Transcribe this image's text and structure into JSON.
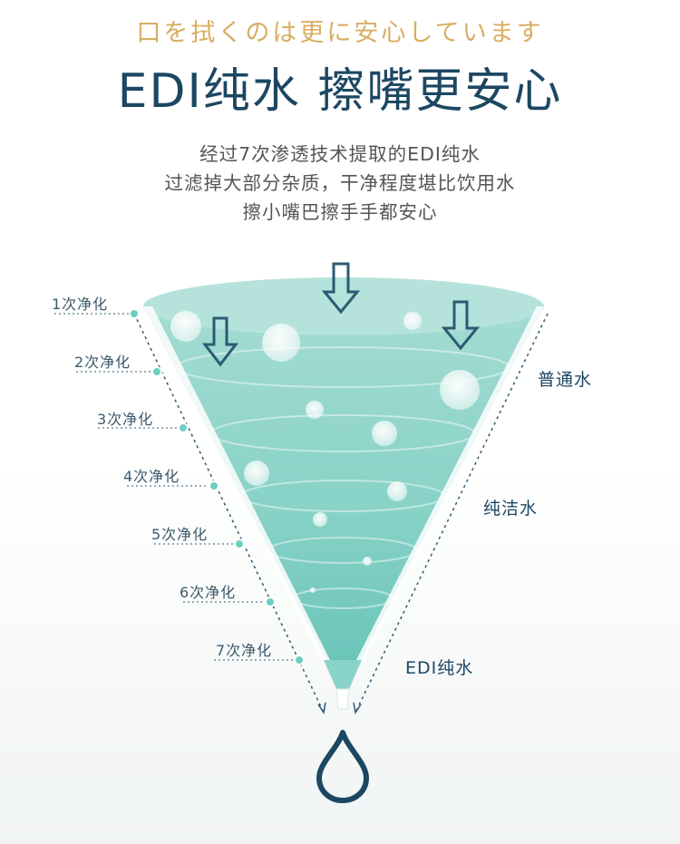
{
  "header": {
    "subtitle": "口を拭くのは更に安心しています",
    "title": "EDI纯水 擦嘴更安心"
  },
  "description": [
    "经过7次渗透技术提取的EDI纯水",
    "过滤掉大部分杂质，干净程度堪比饮用水",
    "擦小嘴巴擦手手都安心"
  ],
  "stages": [
    "1次净化",
    "2次净化",
    "3次净化",
    "4次净化",
    "5次净化",
    "6次净化",
    "7次净化"
  ],
  "side_labels": [
    "普通水",
    "纯洁水",
    "EDI纯水"
  ],
  "colors": {
    "subtitle": "#d9ad62",
    "title": "#1c4762",
    "water": "#7fcfc4",
    "dot": "#6ccfc3",
    "arrow": "#2d5a73"
  },
  "icons": [
    "down-arrow-icon",
    "water-drop-icon"
  ]
}
